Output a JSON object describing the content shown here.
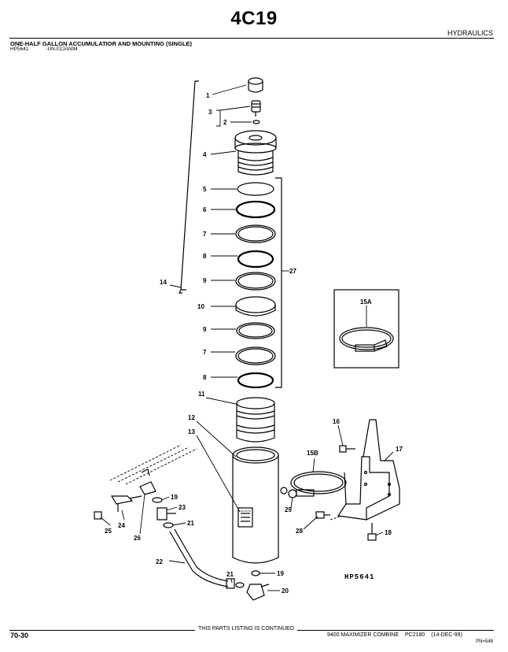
{
  "header": {
    "page_number": "4C19",
    "section": "HYDRAULICS"
  },
  "figure": {
    "title": "ONE-HALF GALLON ACCUMULATIOR AND MOUNTING (SINGLE)",
    "image_code": "HP5641",
    "revision": "-UN-01JAN94",
    "drawing_code": "HP5641",
    "callouts": [
      "1",
      "2",
      "3",
      "4",
      "5",
      "6",
      "7",
      "8",
      "9",
      "10",
      "11",
      "12",
      "13",
      "14",
      "15A",
      "15B",
      "16",
      "17",
      "18",
      "19",
      "20",
      "21",
      "22",
      "23",
      "24",
      "25",
      "26",
      "27",
      "28",
      "29"
    ],
    "decal_text": "CAUTION"
  },
  "footer": {
    "page_ref": "70-30",
    "continued": "THIS PARTS LISTING IS CONTINUED",
    "model": "9400 MAXIMIZER COMBINE",
    "catalog": "PC2180",
    "date": "(14-DEC-99)",
    "pn": "PN=548"
  }
}
